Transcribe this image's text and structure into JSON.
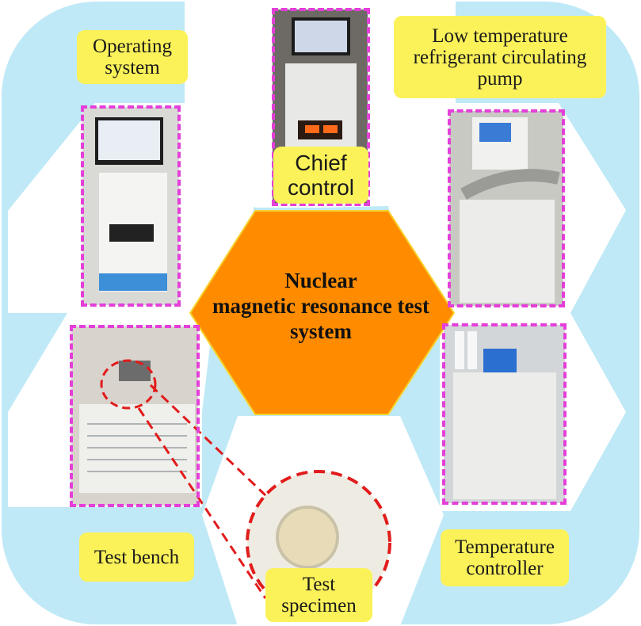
{
  "center": {
    "lines": [
      "Nuclear",
      "magnetic resonance test",
      "system"
    ]
  },
  "labels": {
    "operating_system": [
      "Operating",
      "system"
    ],
    "chief_control": [
      "Chief",
      "control"
    ],
    "refrigerant_pump": [
      "Low temperature",
      "refrigerant circulating",
      "pump"
    ],
    "test_bench": [
      "Test bench"
    ],
    "test_specimen": [
      "Test",
      "specimen"
    ],
    "temperature_controller": [
      "Temperature",
      "controller"
    ]
  },
  "colors": {
    "background": "#bfe9f6",
    "hexagon_fill": "#ffffff",
    "center_hexagon": "#ff8c00",
    "label_fill": "#fbf25a",
    "photo_border": "#e43fd8",
    "specimen_ring": "#e21b1b"
  }
}
